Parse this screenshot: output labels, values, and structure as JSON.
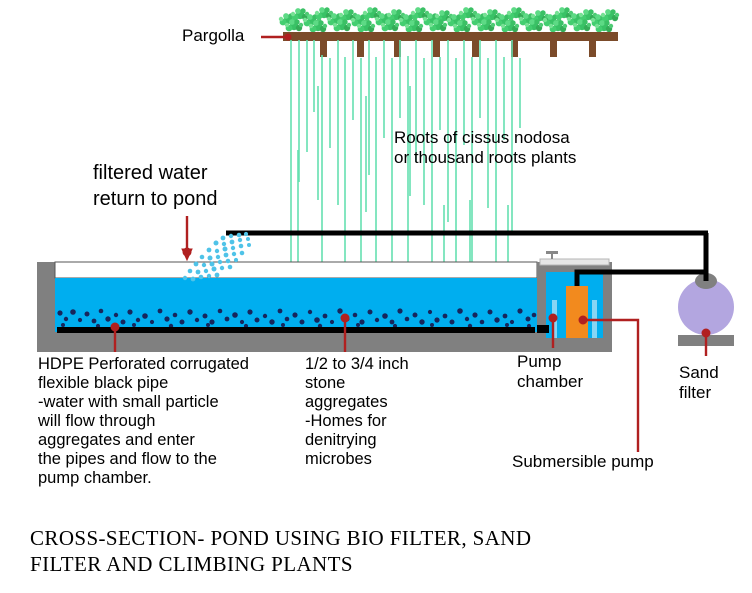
{
  "diagram": {
    "title_line1": "CROSS-SECTION- POND USING BIO FILTER, SAND",
    "title_line2": "FILTER AND CLIMBING PLANTS",
    "labels": {
      "pargolla": "Pargolla",
      "roots_line1": "Roots of cissus nodosa",
      "roots_line2": "or thousand roots plants",
      "filtered_line1": "filtered water",
      "filtered_line2": "return to pond",
      "hdpe_line1": "HDPE Perforated corrugated",
      "hdpe_line2": "flexible black pipe",
      "hdpe_line3": "-water with small particle",
      "hdpe_line4": "will flow through",
      "hdpe_line5": "aggregates and enter",
      "hdpe_line6": "the pipes and flow to the",
      "hdpe_line7": "pump chamber.",
      "stone_line1": "1/2 to 3/4 inch",
      "stone_line2": "stone",
      "stone_line3": "aggregates",
      "stone_line4": "-Homes for",
      "stone_line5": "denitrying",
      "stone_line6": "microbes",
      "pump_chamber_line1": "Pump",
      "pump_chamber_line2": "chamber",
      "sand_filter_line1": "Sand",
      "sand_filter_line2": "filter",
      "submersible_pump": "Submersible pump"
    },
    "colors": {
      "water": "#00aeef",
      "wall": "#808080",
      "pipe": "#000000",
      "aggregate": "#1a2b5e",
      "roots": "#66e0b0",
      "foliage": "#22bb55",
      "beam": "#7b4b2a",
      "pump_body": "#f28a1e",
      "sand_filter": "#b3a6e0",
      "leader": "#b02020",
      "spray": "#4fc3e8",
      "lid": "#e8e8e8"
    },
    "components": {
      "pergola": "pergola-beam-with-climbing-plants",
      "roots": "hanging-plant-roots",
      "pond": "pond-cross-section",
      "aggregate_bed": "stone-aggregate-bed",
      "perforated_pipe": "hdpe-perforated-pipe",
      "pump_chamber": "pump-chamber",
      "submersible_pump": "submersible-pump",
      "sand_filter": "sand-filter-vessel",
      "return_line": "filtered-water-return-line",
      "spray": "water-return-spray"
    }
  }
}
